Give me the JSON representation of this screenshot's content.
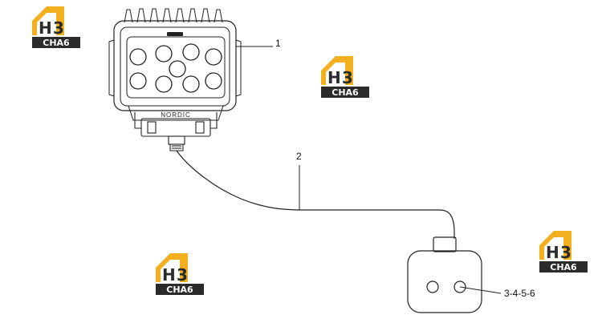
{
  "callouts": {
    "lamp": "1",
    "cable": "2",
    "connector": "3-4-5-6"
  },
  "lamp": {
    "bezel_text": "NORDIC"
  },
  "watermark": {
    "big_h": "H",
    "big_3": "3",
    "label": "CHA6",
    "accent_color": "#f2b01e",
    "dark_color": "#2b2b2b"
  },
  "colors": {
    "line": "#222222",
    "paper": "#ffffff"
  }
}
